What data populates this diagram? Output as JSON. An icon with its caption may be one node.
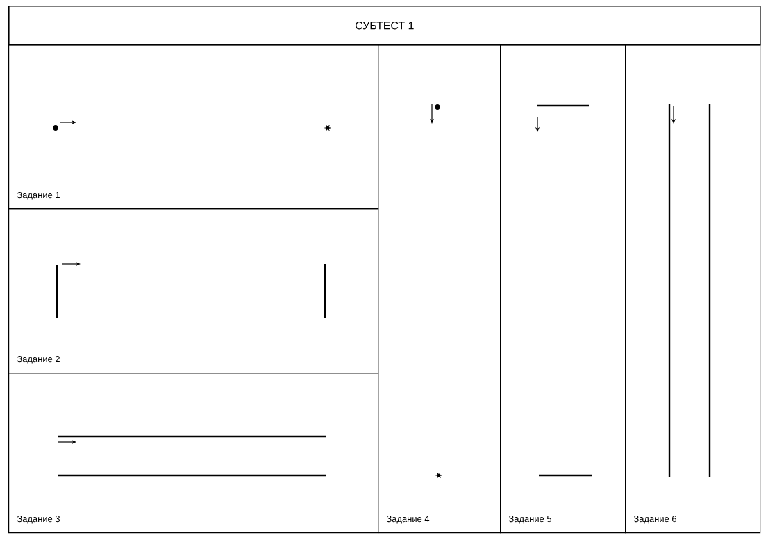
{
  "diagram": {
    "title": "СУБТЕСТ 1",
    "nodes": [
      {
        "text": [
          "Задание 1"
        ]
      },
      {
        "text": [
          "Задание 2"
        ]
      },
      {
        "text": [
          "Задание 3"
        ]
      },
      {
        "text": [
          "Задание 4"
        ]
      },
      {
        "text": [
          "Задание 5"
        ]
      },
      {
        "text": [
          "Задание 6"
        ]
      }
    ]
  }
}
